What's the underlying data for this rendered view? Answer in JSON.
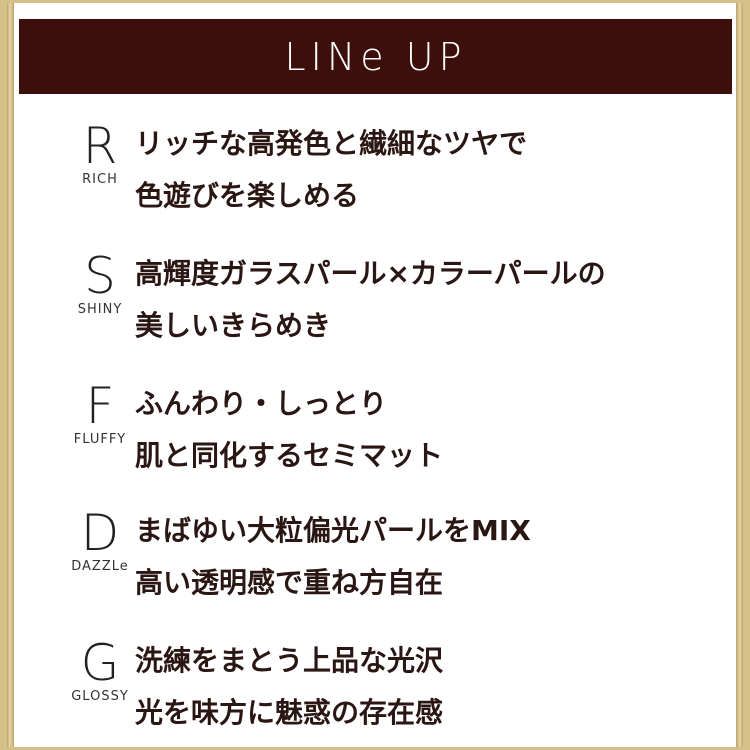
{
  "header": {
    "title": "LINe UP"
  },
  "items": [
    {
      "letter": "R",
      "word": "RICH",
      "lines": [
        "リッチな高発色と繊細なツヤで",
        "色遊びを楽しめる"
      ]
    },
    {
      "letter": "S",
      "word": "SHINY",
      "lines": [
        "高輝度ガラスパール×カラーパールの",
        "美しいきらめき"
      ]
    },
    {
      "letter": "F",
      "word": "FLUFFY",
      "lines": [
        "ふんわり・しっとり",
        "肌と同化するセミマット"
      ]
    },
    {
      "letter": "D",
      "word": "DAZZLe",
      "lines": [
        "まばゆい大粒偏光パールをMIX",
        "高い透明感で重ね方自在"
      ]
    },
    {
      "letter": "G",
      "word": "GLOSSY",
      "lines": [
        "洗練をまとう上品な光沢",
        "光を味方に魅惑の存在感"
      ]
    }
  ],
  "colors": {
    "header_bg": "#3d0f0b",
    "frame": "#d6c08a",
    "text": "#2a1714"
  }
}
